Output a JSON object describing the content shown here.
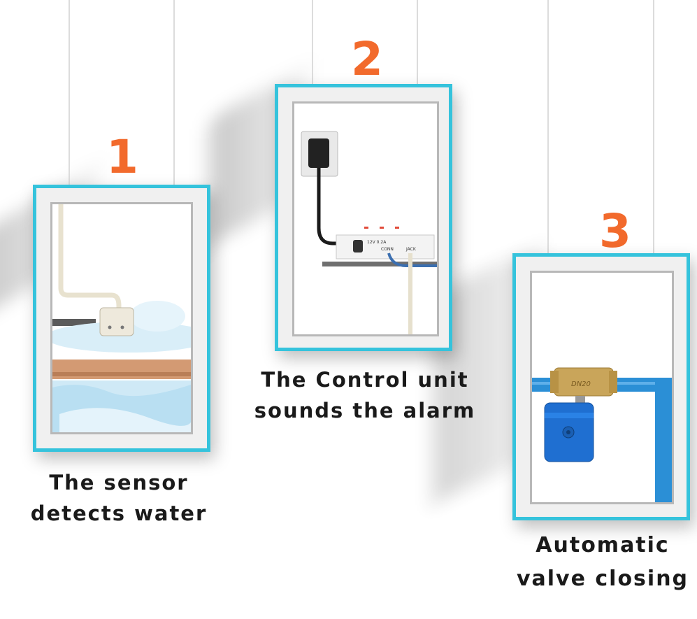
{
  "steps": [
    {
      "number": "1",
      "caption_lines": [
        "The sensor",
        "detects water"
      ],
      "scene": "water-sensor"
    },
    {
      "number": "2",
      "caption_lines": [
        "The Control unit",
        "sounds the alarm"
      ],
      "scene": "control-unit",
      "unit_labels": {
        "model": "12V 0.2A",
        "conn": "CONN",
        "jack": "JACK"
      }
    },
    {
      "number": "3",
      "caption_lines": [
        "Automatic",
        "valve closing"
      ],
      "scene": "motorized-valve",
      "valve_brand": "DN20"
    }
  ],
  "colors": {
    "frame_border": "#35c3dc",
    "number": "#f26a2c",
    "caption": "#1a1a1a",
    "pipe": "#2b8fd6",
    "valve_motor": "#1f6fd1",
    "brass": "#c9a55a"
  }
}
